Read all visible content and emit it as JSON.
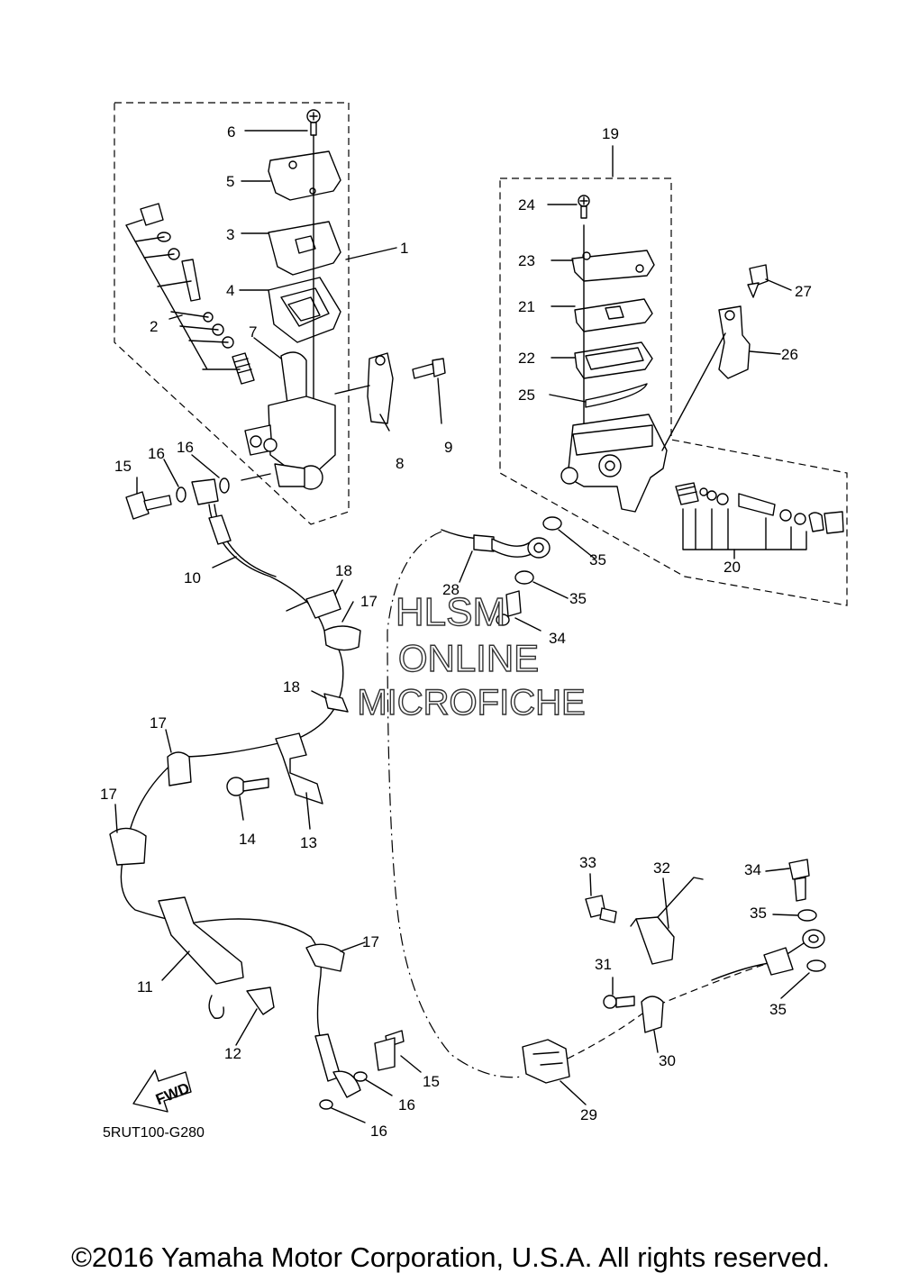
{
  "diagram": {
    "watermark": [
      "HLSM",
      "ONLINE",
      "MICROFICHE"
    ],
    "drawing_code": "5RUT100-G280",
    "fwd_label": "FWD",
    "copyright": "©2016 Yamaha Motor Corporation, U.S.A. All rights reserved.",
    "part_labels": [
      "1",
      "2",
      "3",
      "4",
      "5",
      "6",
      "7",
      "8",
      "9",
      "10",
      "11",
      "12",
      "13",
      "14",
      "15",
      "15",
      "16",
      "16",
      "16",
      "16",
      "17",
      "17",
      "17",
      "17",
      "18",
      "18",
      "19",
      "20",
      "21",
      "22",
      "23",
      "24",
      "25",
      "26",
      "27",
      "28",
      "29",
      "30",
      "31",
      "32",
      "33",
      "34",
      "34",
      "35",
      "35",
      "35",
      "35"
    ]
  }
}
